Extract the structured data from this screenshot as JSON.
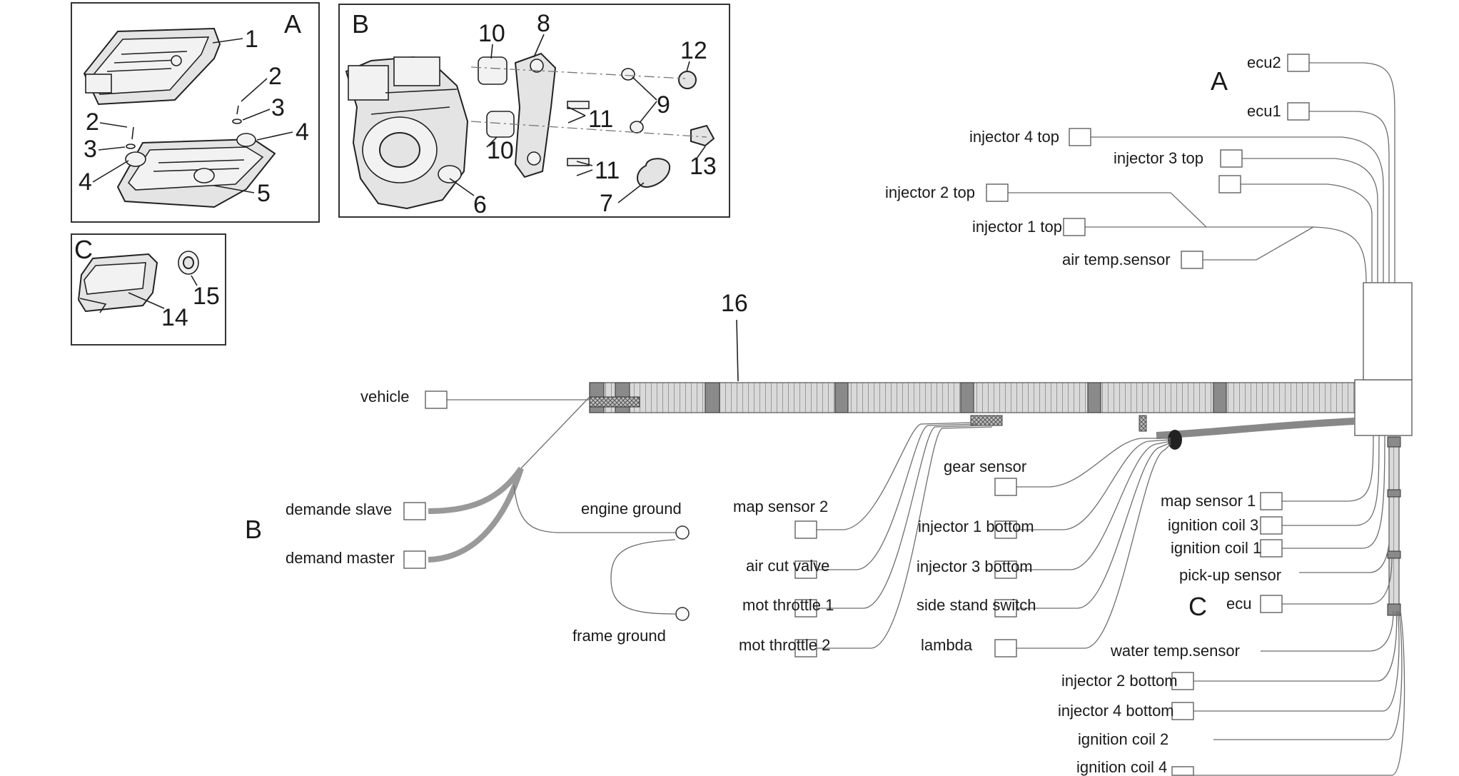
{
  "inset_a": {
    "section": "A",
    "parts": [
      "1",
      "2",
      "3",
      "4",
      "2",
      "3",
      "4",
      "5"
    ]
  },
  "inset_b": {
    "section": "B",
    "parts": [
      "10",
      "8",
      "12",
      "9",
      "11",
      "10",
      "11",
      "13",
      "6",
      "7"
    ]
  },
  "inset_c": {
    "section": "C",
    "parts": [
      "14",
      "15"
    ]
  },
  "harness_number": "16",
  "section_markers": {
    "a": "A",
    "b": "B",
    "c": "C"
  },
  "labels": {
    "ecu2": "ecu2",
    "ecu1": "ecu1",
    "injector_4_top": "injector 4 top",
    "injector_3_top": "injector 3 top",
    "injector_2_top": "injector 2 top",
    "injector_1_top": "injector 1 top",
    "air_temp_sensor": "air temp.sensor",
    "vehicle": "vehicle",
    "demande_slave": "demande slave",
    "demand_master": "demand master",
    "engine_ground": "engine ground",
    "frame_ground": "frame ground",
    "map_sensor_2": "map sensor 2",
    "air_cut_valve": "air cut valve",
    "mot_throttle_1": "mot throttle 1",
    "mot_throttle_2": "mot throttle 2",
    "gear_sensor": "gear sensor",
    "injector_1_bottom": "injector 1 bottom",
    "injector_3_bottom": "injector 3 bottom",
    "side_stand_switch": "side stand switch",
    "lambda": "lambda",
    "map_sensor_1": "map sensor 1",
    "ignition_coil_3": "ignition coil 3",
    "ignition_coil_1": "ignition coil 1",
    "pick_up_sensor": "pick-up sensor",
    "ecu": "ecu",
    "water_temp_sensor": "water temp.sensor",
    "injector_2_bottom": "injector 2 bottom",
    "injector_4_bottom": "injector 4 bottom",
    "ignition_coil_2": "ignition coil 2",
    "ignition_coil_4": "ignition coil 4"
  }
}
